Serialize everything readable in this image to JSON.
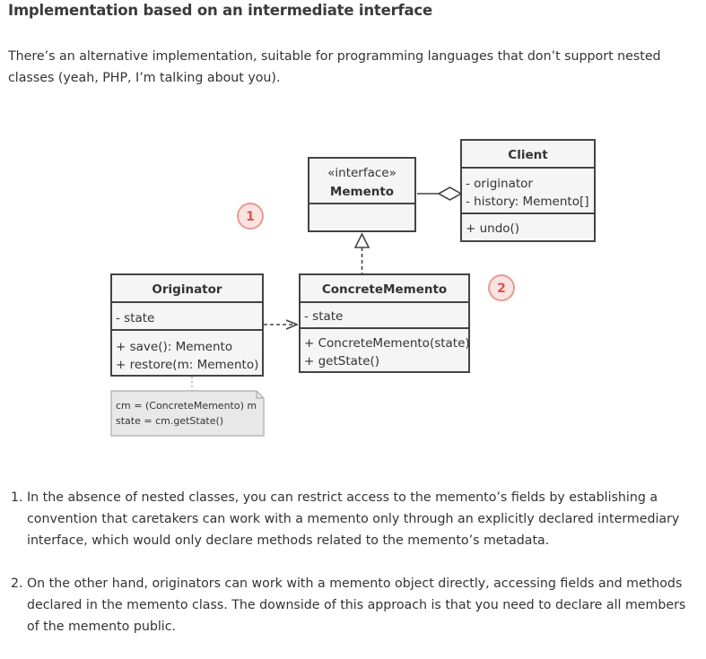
{
  "heading": "Implementation based on an intermediate interface",
  "intro": "There’s an alternative implementation, suitable for programming languages that don’t support nested classes (yeah, PHP, I’m talking about you).",
  "diagram": {
    "memento": {
      "stereotype": "«interface»",
      "name": "Memento"
    },
    "client": {
      "name": "Client",
      "fields": [
        "- originator",
        "- history: Memento[]"
      ],
      "methods": [
        "+ undo()"
      ]
    },
    "originator": {
      "name": "Originator",
      "fields": [
        "- state"
      ],
      "methods": [
        "+ save(): Memento",
        "+ restore(m: Memento)"
      ]
    },
    "concrete": {
      "name": "ConcreteMemento",
      "fields": [
        "- state"
      ],
      "methods": [
        "+ ConcreteMemento(state)",
        "+ getState()"
      ]
    },
    "note": [
      "cm = (ConcreteMemento) m",
      "state = cm.getState()"
    ],
    "markers": [
      "1",
      "2"
    ]
  },
  "steps": [
    {
      "num": "1.",
      "text": "In the absence of nested classes, you can restrict access to the memento’s fields by establishing a convention that caretakers can work with a memento only through an explicitly declared intermediary interface, which would only declare methods related to the memento’s metadata."
    },
    {
      "num": "2.",
      "text": "On the other hand, originators can work with a memento object directly, accessing fields and methods declared in the memento class. The downside of this approach is that you need to declare all members of the memento public."
    }
  ],
  "colors": {
    "box_fill": "#f5f5f5",
    "box_stroke": "#444444",
    "note_fill": "#e8e8e8",
    "marker_fill": "#fbe3e1",
    "marker_text": "#d9534f"
  }
}
